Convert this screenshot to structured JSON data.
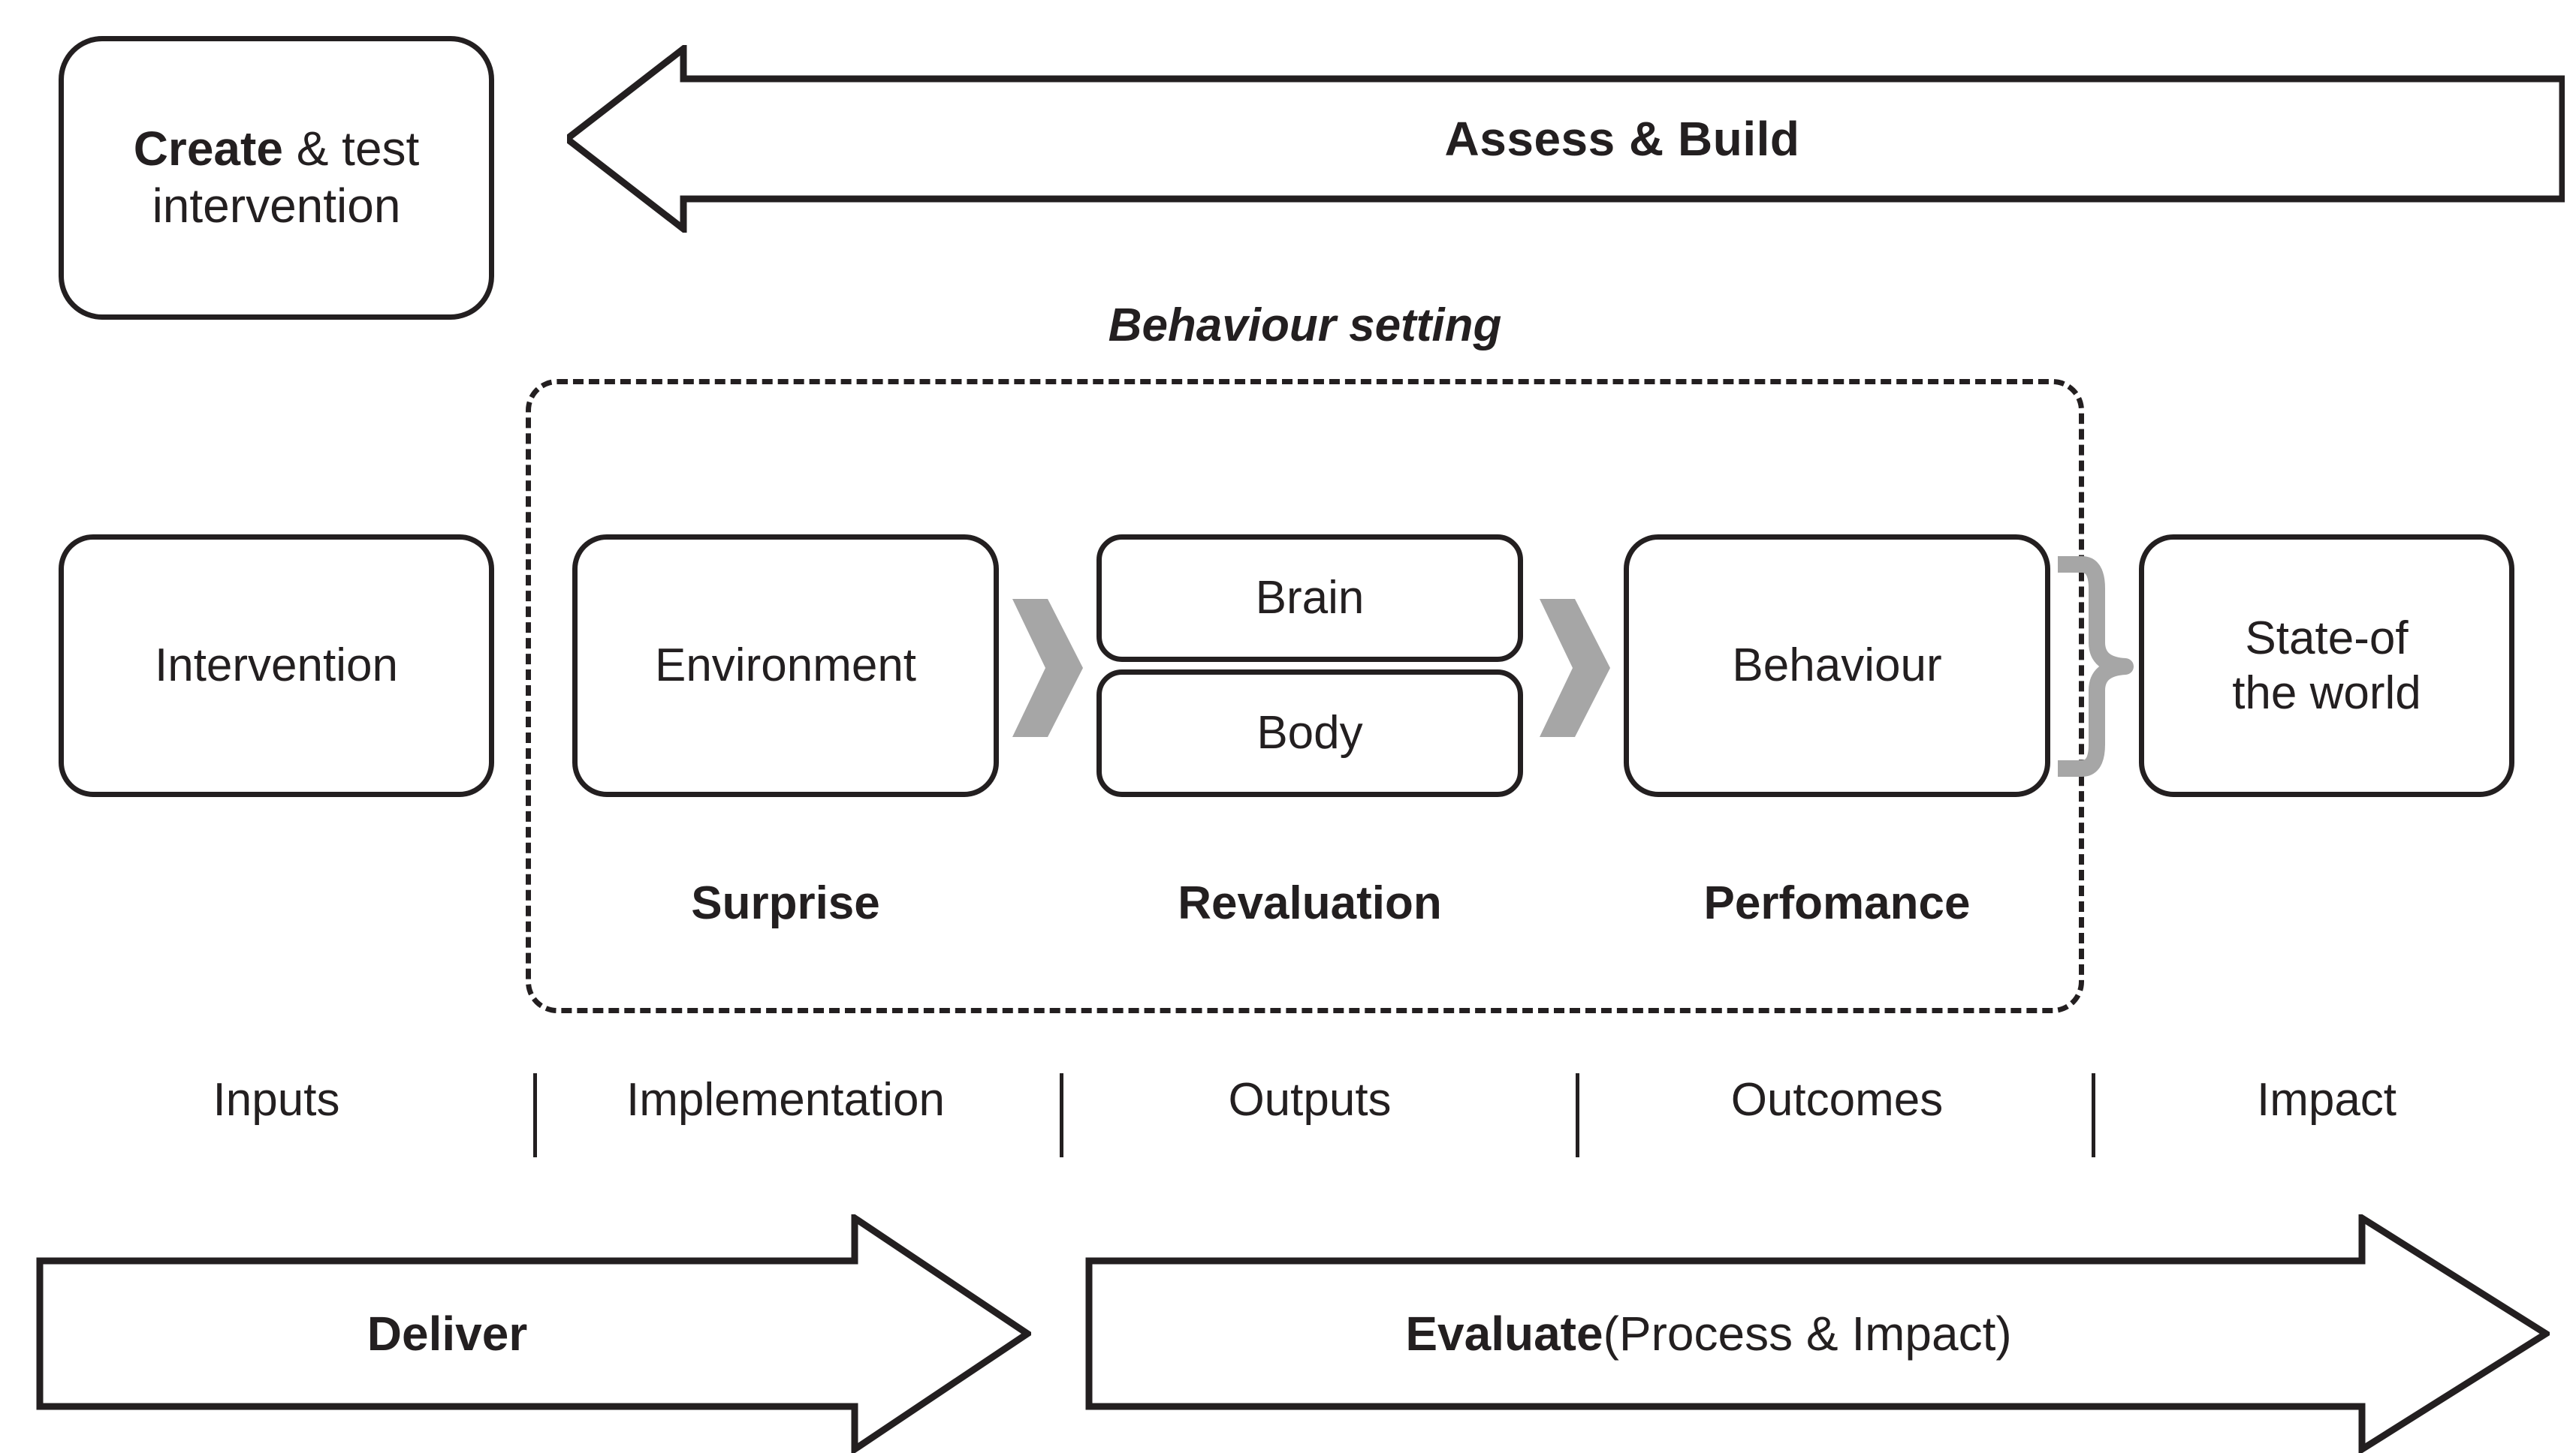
{
  "diagram": {
    "title_top_box": {
      "bold_part": "Create",
      "rest_part": " & test",
      "line2": "intervention"
    },
    "top_arrow": {
      "label": "Assess & Build",
      "direction": "left",
      "color": "#231f20"
    },
    "behaviour_setting": {
      "title": "Behaviour setting",
      "border_style": "dashed",
      "color": "#231f20"
    },
    "nodes": [
      {
        "id": "intervention",
        "label": "Intervention"
      },
      {
        "id": "environment",
        "label": "Environment"
      },
      {
        "id": "brain",
        "label": "Brain"
      },
      {
        "id": "body",
        "label": "Body"
      },
      {
        "id": "behaviour",
        "label": "Behaviour"
      },
      {
        "id": "state-of-world",
        "line1": "State-of",
        "line2": "the world"
      }
    ],
    "connectors": {
      "chevron_color": "#a6a6a6",
      "brace_color": "#a6a6a6",
      "chevron_count": 2,
      "brace_glyph": "}"
    },
    "stage_labels": [
      {
        "id": "surprise",
        "label": "Surprise"
      },
      {
        "id": "revaluation",
        "label": "Revaluation"
      },
      {
        "id": "perfomance",
        "label": "Perfomance"
      }
    ],
    "logic_model": {
      "items": [
        {
          "id": "inputs",
          "label": "Inputs"
        },
        {
          "id": "implementation",
          "label": "Implementation"
        },
        {
          "id": "outputs",
          "label": "Outputs"
        },
        {
          "id": "outcomes",
          "label": "Outcomes"
        },
        {
          "id": "impact",
          "label": "Impact"
        }
      ],
      "divider_count": 4
    },
    "bottom_arrows": [
      {
        "id": "deliver",
        "label": "Deliver",
        "label_plain": "",
        "direction": "right"
      },
      {
        "id": "evaluate",
        "label": "Evaluate",
        "label_plain": " (Process & Impact)",
        "direction": "right"
      }
    ]
  }
}
